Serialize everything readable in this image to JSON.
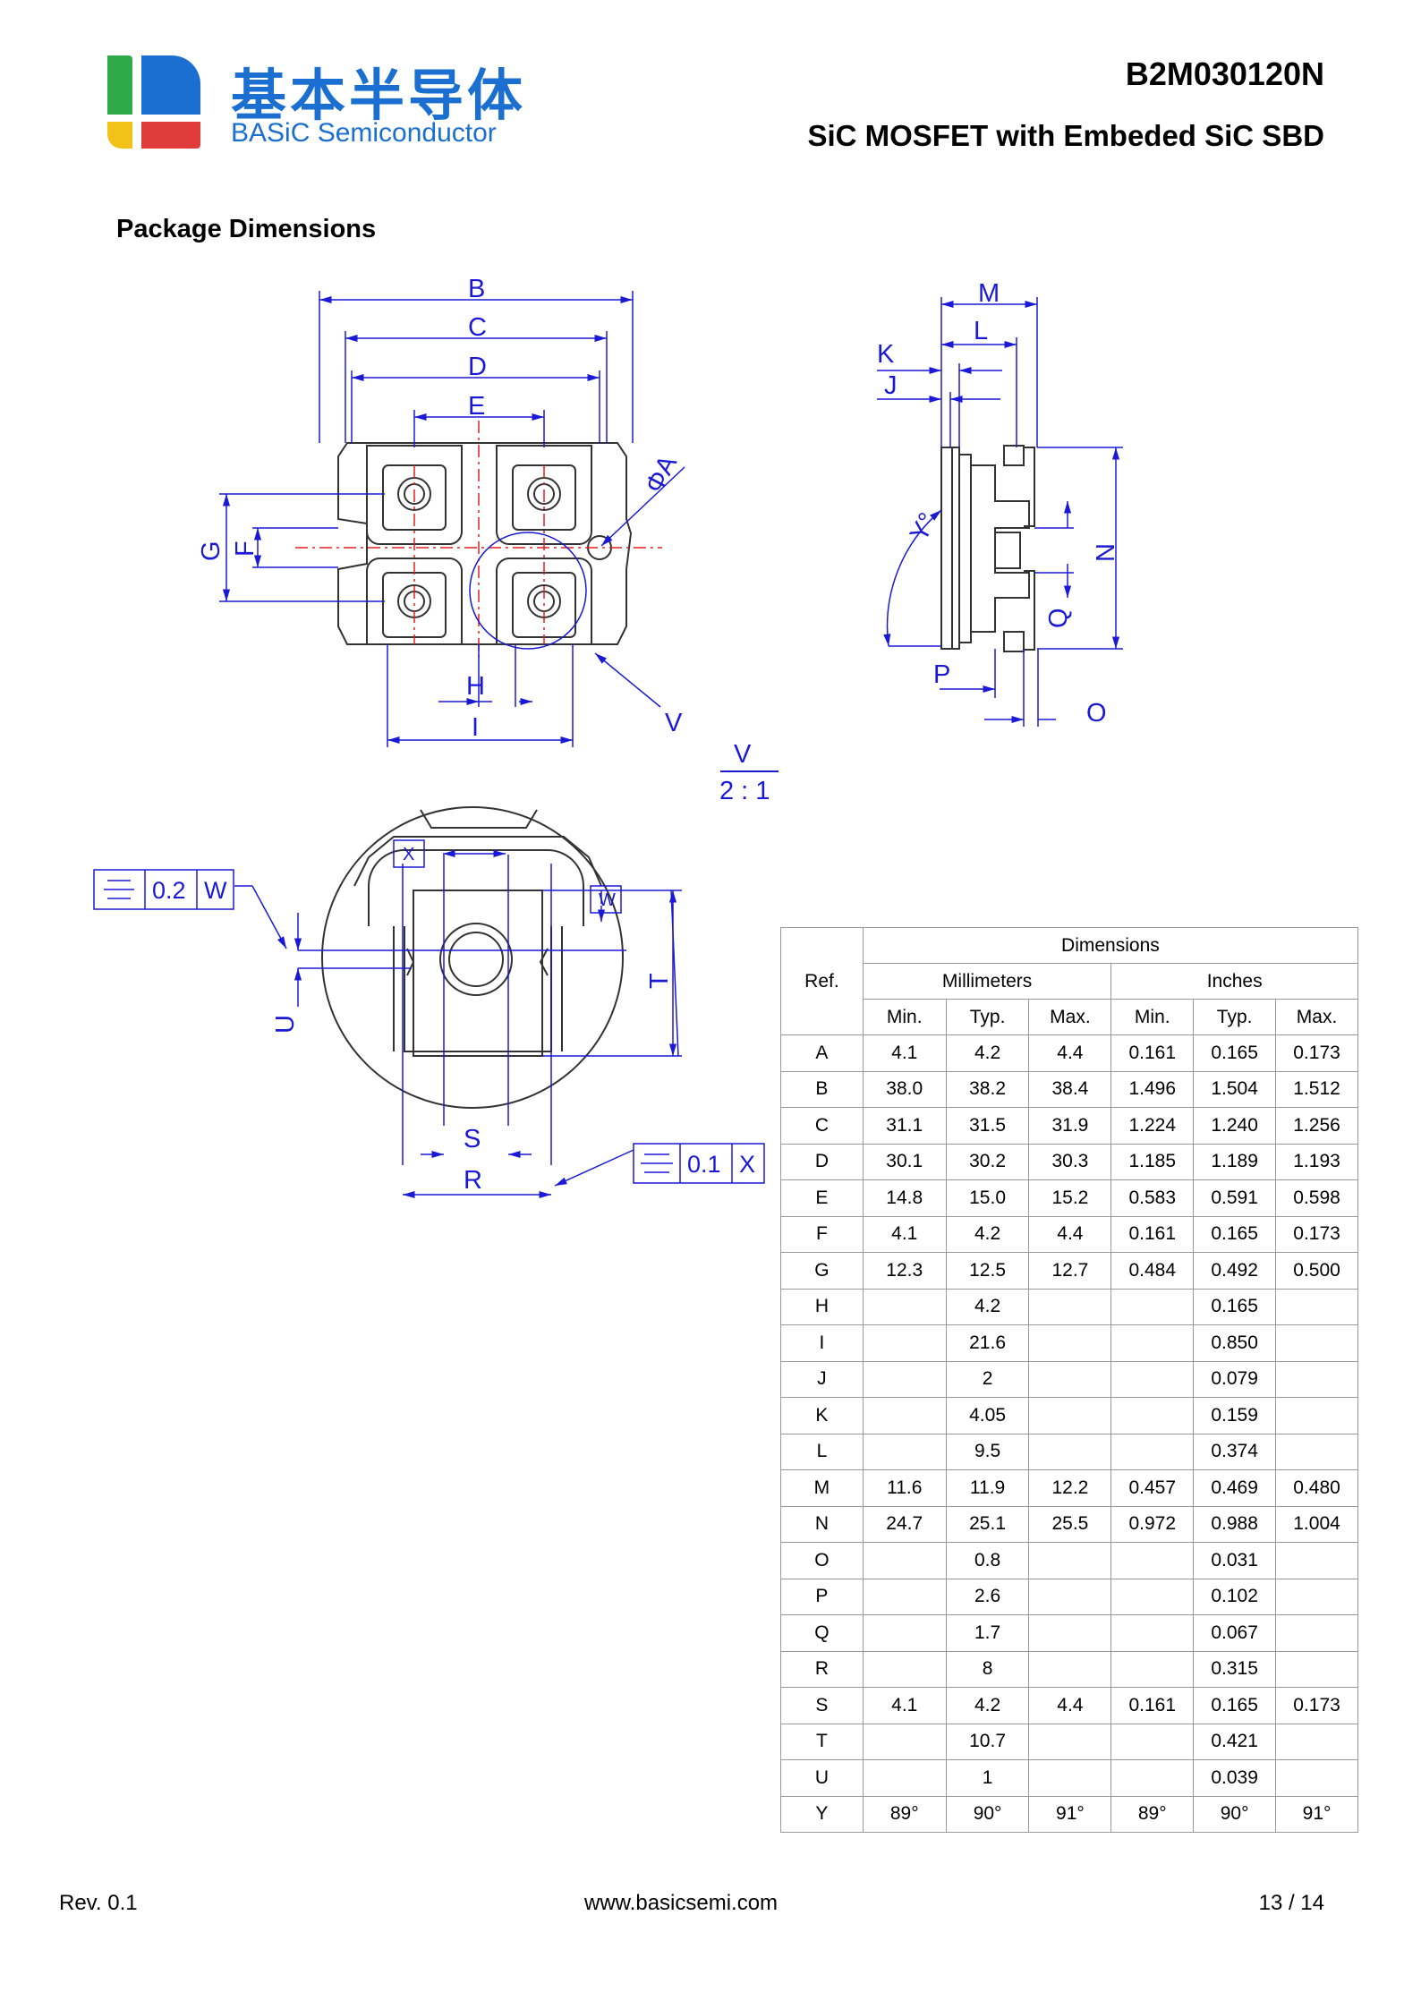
{
  "header": {
    "logo_cn": "基本半导体",
    "logo_en": "BASiC Semiconductor",
    "part_number": "B2M030120N",
    "subtitle": "SiC MOSFET with Embeded SiC SBD",
    "logo_colors": [
      "#2eaa4a",
      "#1a6fd0",
      "#f2c21b",
      "#e03c3c"
    ]
  },
  "section_title": "Package Dimensions",
  "drawing": {
    "line_color": "#1a1ad6",
    "top_labels": [
      "B",
      "C",
      "D",
      "E",
      "G",
      "F",
      "H",
      "I",
      "V"
    ],
    "phi_label": "ΦA",
    "side_labels": [
      "M",
      "L",
      "K",
      "J",
      "N",
      "Q",
      "P",
      "O"
    ],
    "angle_label": "Y°",
    "detail_title": "V",
    "detail_scale": "2 : 1",
    "detail_labels": [
      "T",
      "U",
      "S",
      "R"
    ],
    "tolerance_1": {
      "value": "0.2",
      "datum": "W"
    },
    "tolerance_2": {
      "value": "0.1",
      "datum": "X"
    },
    "datum_marks": [
      "X",
      "W"
    ]
  },
  "table": {
    "group_header": "Dimensions",
    "ref_header": "Ref.",
    "mm_header": "Millimeters",
    "in_header": "Inches",
    "sub_headers": [
      "Min.",
      "Typ.",
      "Max.",
      "Min.",
      "Typ.",
      "Max."
    ],
    "rows": [
      [
        "A",
        "4.1",
        "4.2",
        "4.4",
        "0.161",
        "0.165",
        "0.173"
      ],
      [
        "B",
        "38.0",
        "38.2",
        "38.4",
        "1.496",
        "1.504",
        "1.512"
      ],
      [
        "C",
        "31.1",
        "31.5",
        "31.9",
        "1.224",
        "1.240",
        "1.256"
      ],
      [
        "D",
        "30.1",
        "30.2",
        "30.3",
        "1.185",
        "1.189",
        "1.193"
      ],
      [
        "E",
        "14.8",
        "15.0",
        "15.2",
        "0.583",
        "0.591",
        "0.598"
      ],
      [
        "F",
        "4.1",
        "4.2",
        "4.4",
        "0.161",
        "0.165",
        "0.173"
      ],
      [
        "G",
        "12.3",
        "12.5",
        "12.7",
        "0.484",
        "0.492",
        "0.500"
      ],
      [
        "H",
        "",
        "4.2",
        "",
        "",
        "0.165",
        ""
      ],
      [
        "I",
        "",
        "21.6",
        "",
        "",
        "0.850",
        ""
      ],
      [
        "J",
        "",
        "2",
        "",
        "",
        "0.079",
        ""
      ],
      [
        "K",
        "",
        "4.05",
        "",
        "",
        "0.159",
        ""
      ],
      [
        "L",
        "",
        "9.5",
        "",
        "",
        "0.374",
        ""
      ],
      [
        "M",
        "11.6",
        "11.9",
        "12.2",
        "0.457",
        "0.469",
        "0.480"
      ],
      [
        "N",
        "24.7",
        "25.1",
        "25.5",
        "0.972",
        "0.988",
        "1.004"
      ],
      [
        "O",
        "",
        "0.8",
        "",
        "",
        "0.031",
        ""
      ],
      [
        "P",
        "",
        "2.6",
        "",
        "",
        "0.102",
        ""
      ],
      [
        "Q",
        "",
        "1.7",
        "",
        "",
        "0.067",
        ""
      ],
      [
        "R",
        "",
        "8",
        "",
        "",
        "0.315",
        ""
      ],
      [
        "S",
        "4.1",
        "4.2",
        "4.4",
        "0.161",
        "0.165",
        "0.173"
      ],
      [
        "T",
        "",
        "10.7",
        "",
        "",
        "0.421",
        ""
      ],
      [
        "U",
        "",
        "1",
        "",
        "",
        "0.039",
        ""
      ],
      [
        "Y",
        "89°",
        "90°",
        "91°",
        "89°",
        "90°",
        "91°"
      ]
    ]
  },
  "footer": {
    "revision": "Rev. 0.1",
    "website": "www.basicsemi.com",
    "page": "13  /  14"
  }
}
